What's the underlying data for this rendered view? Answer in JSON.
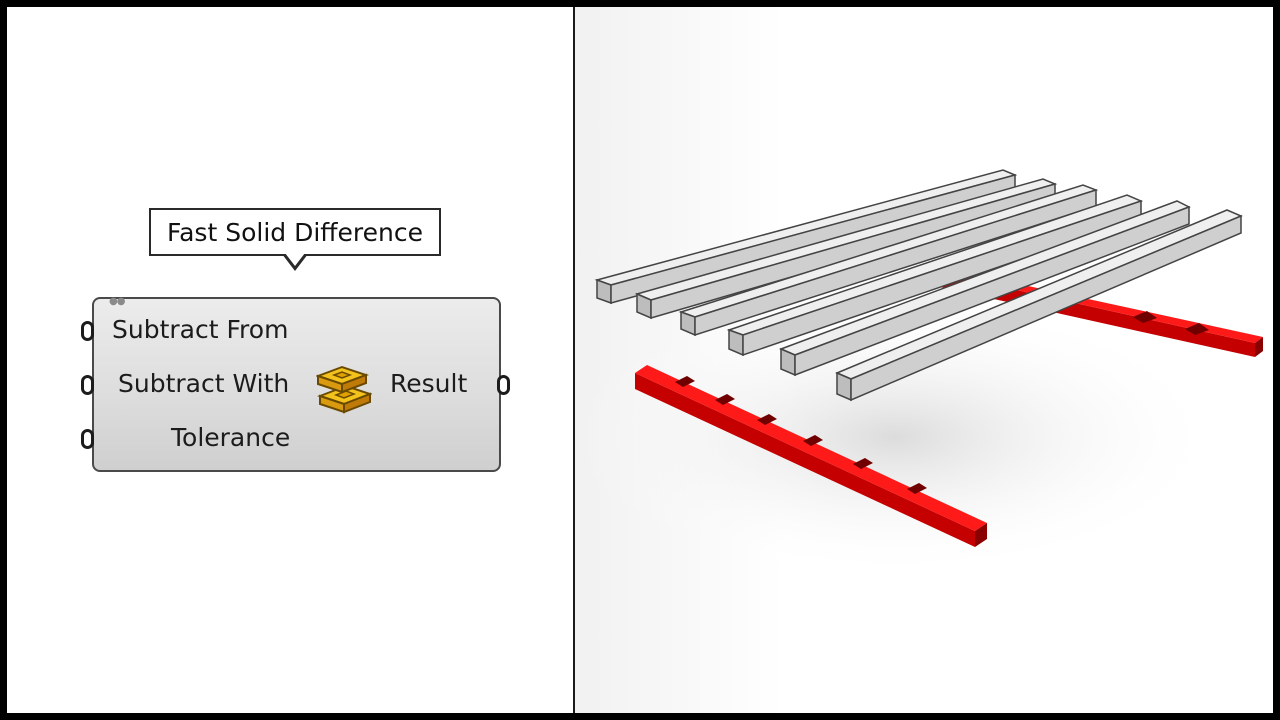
{
  "tooltip": {
    "text": "Fast Solid Difference"
  },
  "component": {
    "inputs": [
      {
        "label": "Subtract From"
      },
      {
        "label": "Subtract With"
      },
      {
        "label": "Tolerance"
      }
    ],
    "outputs": [
      {
        "label": "Result"
      }
    ],
    "icon": "solid-difference-icon"
  },
  "viewport": {
    "gray_bar_color": "#c9c9c9",
    "red_rail_color": "#e00000",
    "bar_count": 6,
    "rail_count": 2
  }
}
